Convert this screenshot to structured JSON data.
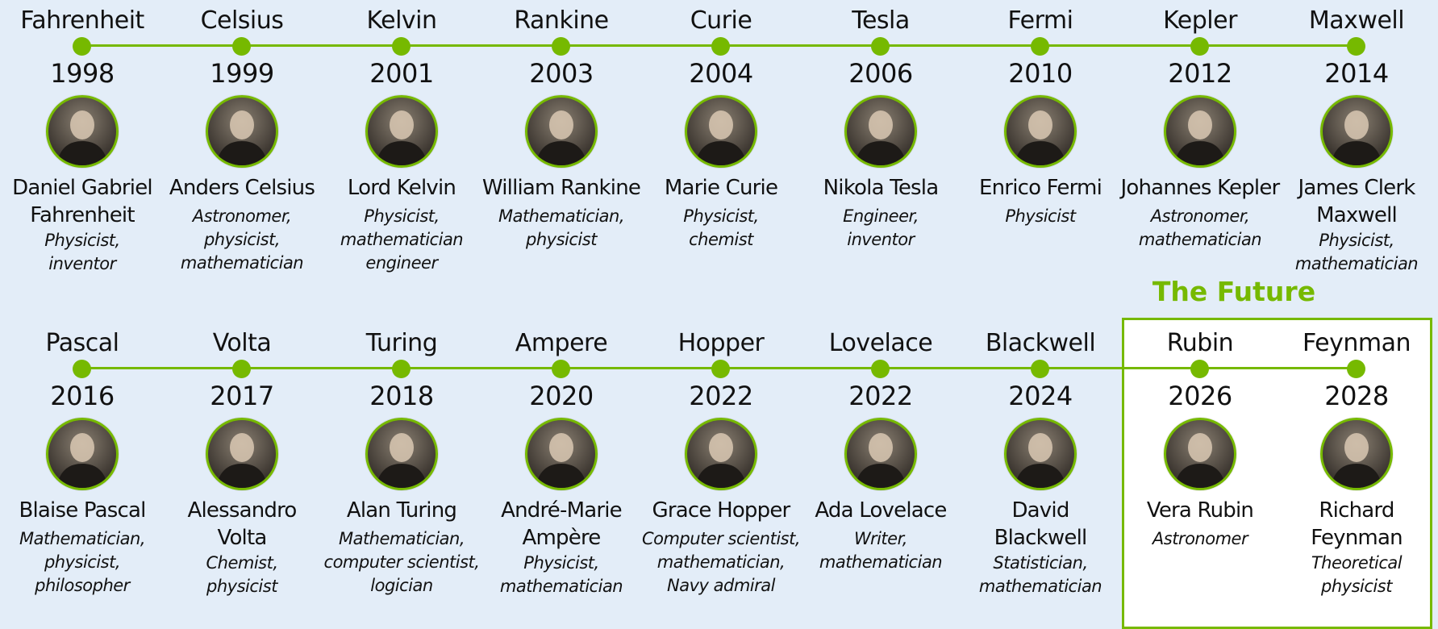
{
  "colors": {
    "accent": "#76b900",
    "background": "#e3edf8",
    "future_box": "#ffffff"
  },
  "future_title": "The Future",
  "rows": [
    {
      "entries": [
        {
          "arch": "Fahrenheit",
          "year": "1998",
          "name": [
            "Daniel Gabriel",
            "Fahrenheit"
          ],
          "role": [
            "Physicist,",
            "inventor"
          ]
        },
        {
          "arch": "Celsius",
          "year": "1999",
          "name": [
            "Anders Celsius"
          ],
          "role": [
            "Astronomer,",
            "physicist,",
            "mathematician"
          ]
        },
        {
          "arch": "Kelvin",
          "year": "2001",
          "name": [
            "Lord Kelvin"
          ],
          "role": [
            "Physicist,",
            "mathematician",
            "engineer"
          ]
        },
        {
          "arch": "Rankine",
          "year": "2003",
          "name": [
            "William Rankine"
          ],
          "role": [
            "Mathematician,",
            "physicist"
          ]
        },
        {
          "arch": "Curie",
          "year": "2004",
          "name": [
            "Marie Curie"
          ],
          "role": [
            "Physicist,",
            "chemist"
          ]
        },
        {
          "arch": "Tesla",
          "year": "2006",
          "name": [
            "Nikola Tesla"
          ],
          "role": [
            "Engineer,",
            "inventor"
          ]
        },
        {
          "arch": "Fermi",
          "year": "2010",
          "name": [
            "Enrico Fermi"
          ],
          "role": [
            "Physicist"
          ]
        },
        {
          "arch": "Kepler",
          "year": "2012",
          "name": [
            "Johannes Kepler"
          ],
          "role": [
            "Astronomer,",
            "mathematician"
          ]
        },
        {
          "arch": "Maxwell",
          "year": "2014",
          "name": [
            "James Clerk",
            "Maxwell"
          ],
          "role": [
            "Physicist,",
            "mathematician"
          ]
        }
      ]
    },
    {
      "entries": [
        {
          "arch": "Pascal",
          "year": "2016",
          "name": [
            "Blaise Pascal"
          ],
          "role": [
            "Mathematician,",
            "physicist,",
            "philosopher"
          ]
        },
        {
          "arch": "Volta",
          "year": "2017",
          "name": [
            "Alessandro",
            "Volta"
          ],
          "role": [
            "Chemist,",
            "physicist"
          ]
        },
        {
          "arch": "Turing",
          "year": "2018",
          "name": [
            "Alan Turing"
          ],
          "role": [
            "Mathematician,",
            "computer scientist,",
            "logician"
          ]
        },
        {
          "arch": "Ampere",
          "year": "2020",
          "name": [
            "André-Marie",
            "Ampère"
          ],
          "role": [
            "Physicist,",
            "mathematician"
          ]
        },
        {
          "arch": "Hopper",
          "year": "2022",
          "name": [
            "Grace Hopper"
          ],
          "role": [
            "Computer scientist,",
            "mathematician,",
            "Navy admiral"
          ]
        },
        {
          "arch": "Lovelace",
          "year": "2022",
          "name": [
            "Ada Lovelace"
          ],
          "role": [
            "Writer,",
            "mathematician"
          ]
        },
        {
          "arch": "Blackwell",
          "year": "2024",
          "name": [
            "David",
            "Blackwell"
          ],
          "role": [
            "Statistician,",
            "mathematician"
          ]
        },
        {
          "arch": "Rubin",
          "year": "2026",
          "name": [
            "Vera Rubin"
          ],
          "role": [
            "Astronomer"
          ]
        },
        {
          "arch": "Feynman",
          "year": "2028",
          "name": [
            "Richard",
            "Feynman"
          ],
          "role": [
            "Theoretical",
            "physicist"
          ]
        }
      ]
    }
  ]
}
